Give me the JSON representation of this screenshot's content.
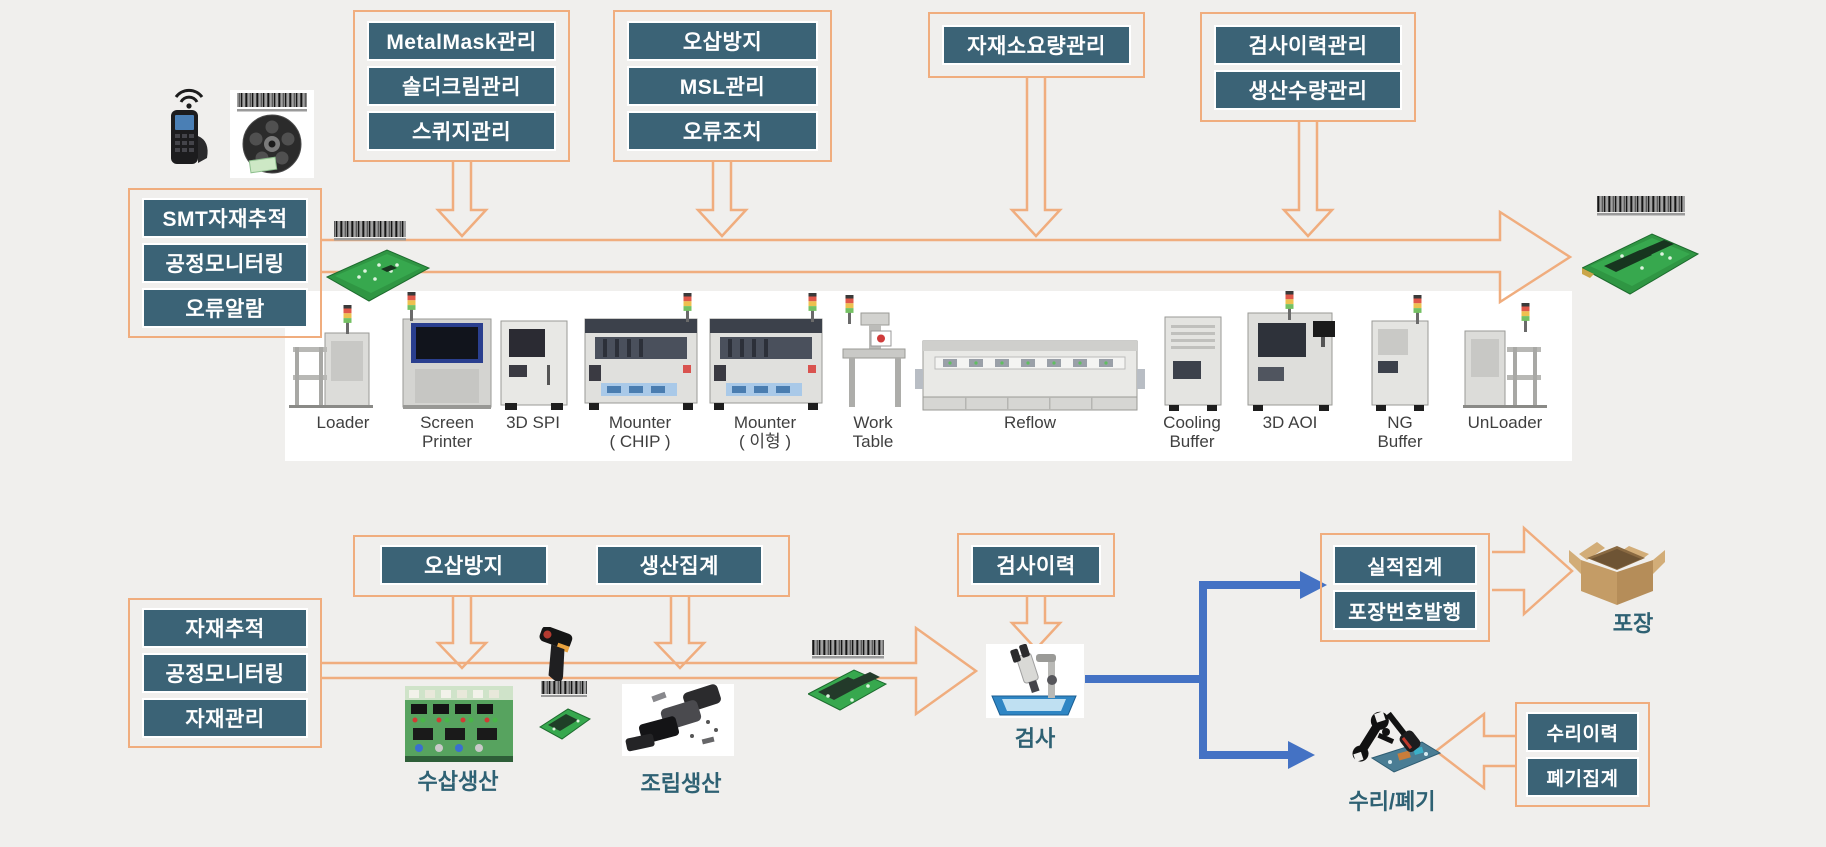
{
  "colors": {
    "background": "#f0efed",
    "box_fill": "#3b6376",
    "box_text": "#ffffff",
    "orange_arrow": "#f0ad7e",
    "blue_arrow": "#4472c4",
    "station_label": "#2e6173"
  },
  "top": {
    "tracking_panel": {
      "items": [
        "SMT자재추적",
        "공정모니터링",
        "오류알람"
      ]
    },
    "metalmask_group": {
      "items": [
        "MetalMask관리",
        "솔더크림관리",
        "스퀴지관리"
      ]
    },
    "msl_group": {
      "items": [
        "오삽방지",
        "MSL관리",
        "오류조치"
      ]
    },
    "material_group": {
      "items": [
        "자재소요량관리"
      ]
    },
    "inspection_group": {
      "items": [
        "검사이력관리",
        "생산수량관리"
      ]
    },
    "machines": [
      "Loader",
      "Screen\nPrinter",
      "3D SPI",
      "Mounter\n( CHIP )",
      "Mounter\n( 이형 )",
      "Work\nTable",
      "Reflow",
      "Cooling\nBuffer",
      "3D AOI",
      "NG\nBuffer",
      "UnLoader"
    ]
  },
  "bottom": {
    "tracking_panel": {
      "items": [
        "자재추적",
        "공정모니터링",
        "자재관리"
      ]
    },
    "prevention_group": {
      "items": [
        "오삽방지",
        "생산집계"
      ]
    },
    "inspection_group": {
      "items": [
        "검사이력"
      ]
    },
    "result_group": {
      "items": [
        "실적집계",
        "포장번호발행"
      ]
    },
    "repair_group": {
      "items": [
        "수리이력",
        "폐기집계"
      ]
    },
    "stations": {
      "manual_insert": "수삽생산",
      "assembly": "조립생산",
      "inspection": "검사",
      "packing": "포장",
      "repair_discard": "수리/폐기"
    }
  }
}
